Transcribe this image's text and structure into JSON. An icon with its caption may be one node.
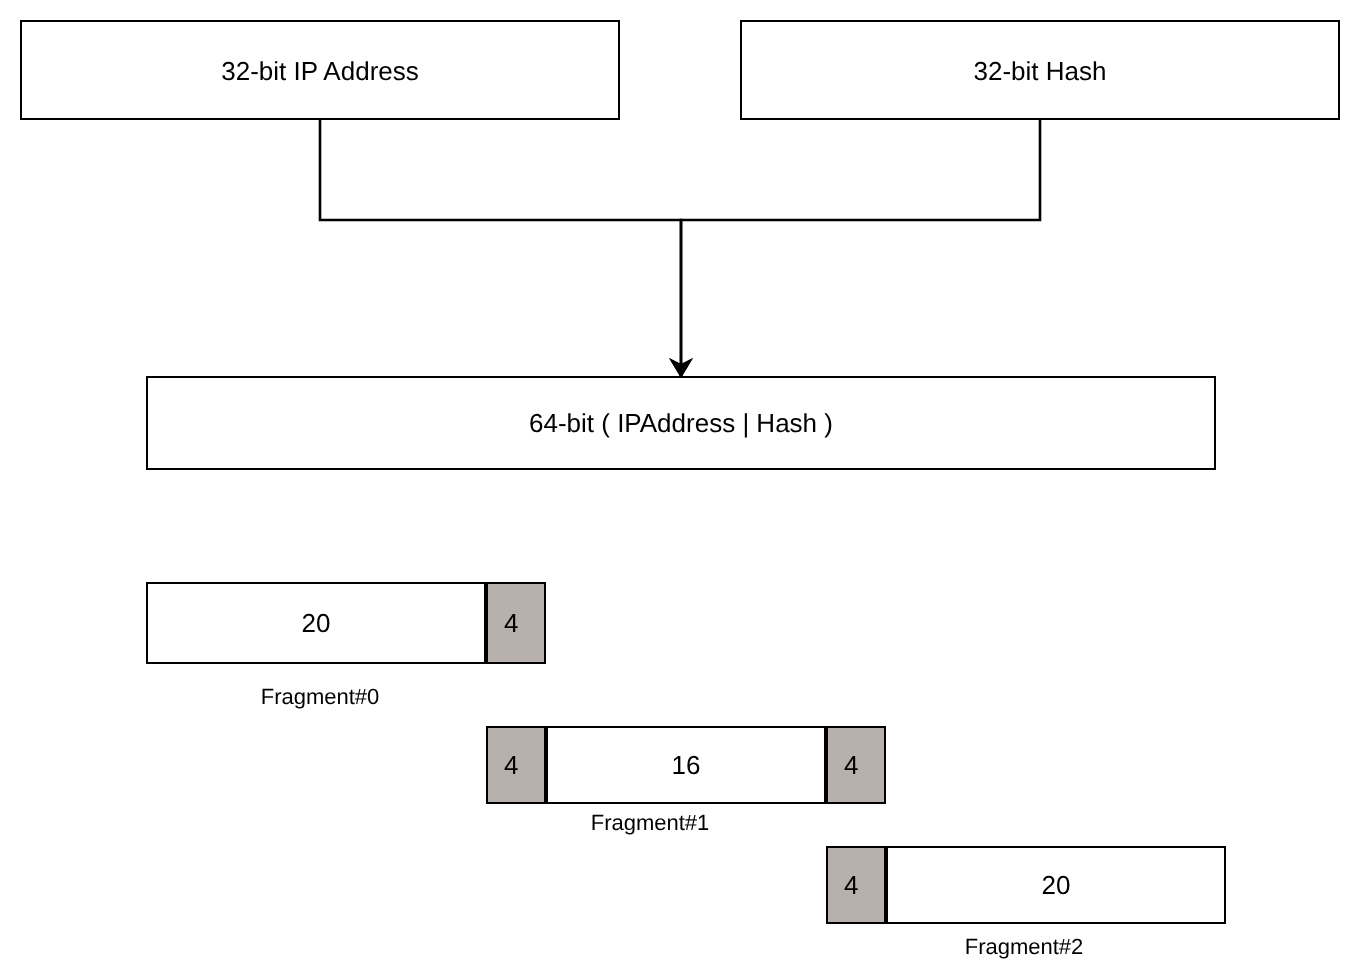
{
  "diagram": {
    "nodes": [
      {
        "text": [
          "32-bit IP Address"
        ]
      },
      {
        "text": [
          "32-bit Hash"
        ]
      },
      {
        "text": [
          "64-bit ( IPAddress | Hash )"
        ]
      },
      {
        "text": [
          "20"
        ]
      },
      {
        "text": [
          "4"
        ]
      },
      {
        "text": [
          "4"
        ]
      },
      {
        "text": [
          "16"
        ]
      },
      {
        "text": [
          "4"
        ]
      },
      {
        "text": [
          "4"
        ]
      },
      {
        "text": [
          "20"
        ]
      }
    ],
    "edges": [
      {
        "from": 0,
        "to": 2,
        "arrow": "to"
      },
      {
        "from": 1,
        "to": 2,
        "arrow": "to"
      }
    ],
    "labels": [
      "Fragment#0",
      "Fragment#1",
      "Fragment#2"
    ]
  }
}
